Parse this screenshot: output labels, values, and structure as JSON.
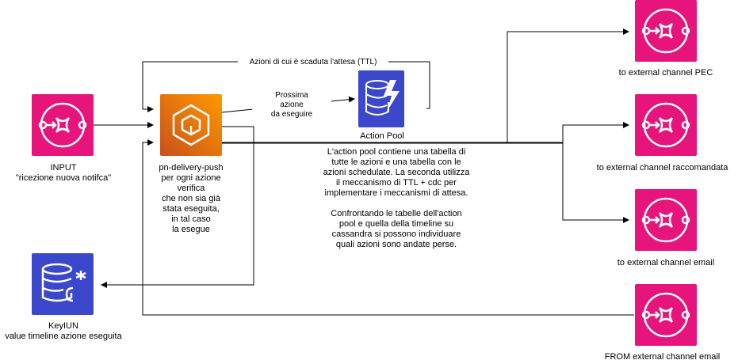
{
  "nodes": {
    "input": {
      "label": "INPUT\n\"ricezione nuova notifca\"",
      "icon": "sns-topic-icon",
      "color": "#e7157b"
    },
    "delivery_push": {
      "label": "pn-delivery-push\nper ogni azione\nverifica\nche non sia già\nstata eseguita,\nin tal caso\nla esegue",
      "icon": "ecs-icon",
      "color": "#ed7100"
    },
    "action_pool": {
      "label": "Action Pool",
      "icon": "dynamodb-icon",
      "color": "#3b48cc"
    },
    "key_iun": {
      "label": "KeyIUN\nvalue timeline azione eseguita",
      "icon": "keyspaces-icon",
      "color": "#3b48cc"
    },
    "pec": {
      "label": "to external channel PEC",
      "icon": "sns-topic-icon",
      "color": "#e7157b"
    },
    "raccomandata": {
      "label": "to external channel raccomandata",
      "icon": "sns-topic-icon",
      "color": "#e7157b"
    },
    "email_out": {
      "label": "to external channel email",
      "icon": "sns-topic-icon",
      "color": "#e7157b"
    },
    "email_in": {
      "label": "FROM external channel email",
      "icon": "sns-topic-icon",
      "color": "#e7157b"
    }
  },
  "edges": {
    "ttl_label": "Azioni di cui è scaduta l'attesa (TTL)",
    "next_action_label": "Prossima\nazione\nda eseguire"
  },
  "note": "L'action pool contiene una tabella di\ntutte le azioni e una tabella con le\nazioni schedulate. La seconda utilizza\nil meccanismo di TTL + cdc per\nimplementare i meccanismi di attesa.\n\nConfrontando le tabelle dell'action\npool e quella della timeline su\ncassandra si possono individuare\nquali azioni sono andate perse."
}
